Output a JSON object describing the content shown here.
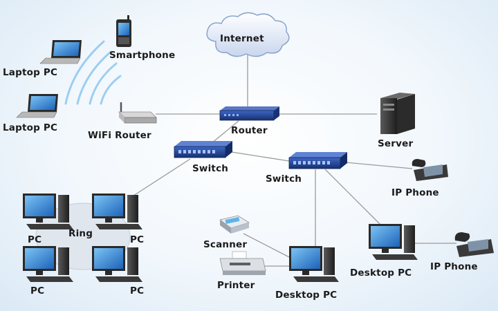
{
  "labels": {
    "internet": "Internet",
    "smartphone": "Smartphone",
    "laptop_top": "Laptop PC",
    "laptop_bottom": "Laptop PC",
    "wifi_router": "WiFi Router",
    "router": "Router",
    "server": "Server",
    "switch_left": "Switch",
    "switch_right": "Switch",
    "ip_phone_top": "IP Phone",
    "ip_phone_bottom": "IP Phone",
    "ring": "Ring",
    "pc_ring_tl": "PC",
    "pc_ring_tr": "PC",
    "pc_ring_bl": "PC",
    "pc_ring_br": "PC",
    "scanner": "Scanner",
    "printer": "Printer",
    "desktop_pc_center": "Desktop PC",
    "desktop_pc_right": "Desktop PC"
  },
  "colors": {
    "link": "#9a9a9a",
    "switch": "#1f3f8c",
    "monitor_screen": "#2f86d8",
    "tower": "#3a3a3a",
    "cloud": "#eef2fb",
    "cloud_edge": "#8aa3cc",
    "wifi_wave": "#8ec8ef"
  }
}
